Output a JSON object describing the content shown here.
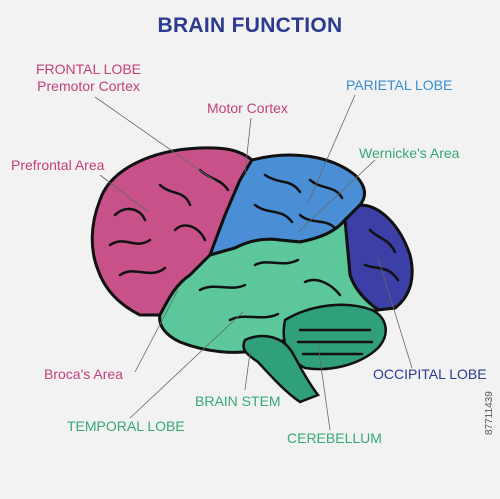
{
  "title": "BRAIN FUNCTION",
  "labels": {
    "frontal_lobe": "FRONTAL LOBE",
    "premotor_cortex": "Premotor Cortex",
    "motor_cortex": "Motor Cortex",
    "parietal_lobe": "PARIETAL LOBE",
    "prefrontal_area": "Prefrontal Area",
    "wernickes_area": "Wernicke's Area",
    "brocas_area": "Broca's Area",
    "occipital_lobe": "OCCIPITAL LOBE",
    "brain_stem": "BRAIN STEM",
    "temporal_lobe": "TEMPORAL LOBE",
    "cerebellum": "CEREBELLUM"
  },
  "stock_id": "87711439",
  "colors": {
    "frontal": "#c8518a",
    "parietal": "#4a8fd6",
    "occipital": "#3b3fa6",
    "temporal": "#5cc79b",
    "cerebellum_stem": "#2f9f7c",
    "title": "#2c3a8f"
  }
}
